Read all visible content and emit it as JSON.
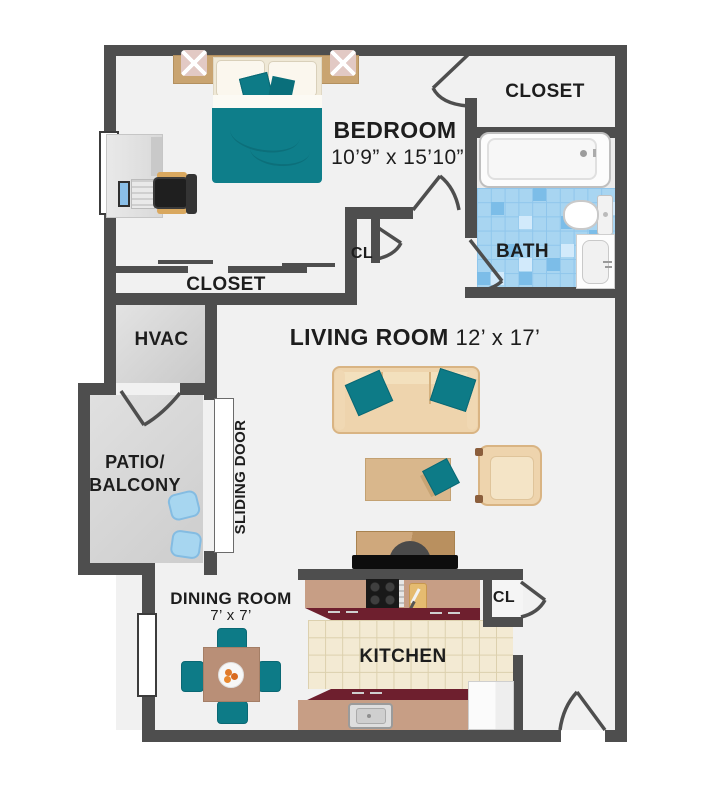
{
  "plan": {
    "bedroom": {
      "name": "BEDROOM",
      "dims": "10’9” x 15’10”"
    },
    "closet_top_right": {
      "name": "CLOSET"
    },
    "bath": {
      "name": "BATH"
    },
    "hall_closet": {
      "name": "CL"
    },
    "bedroom_closet": {
      "name": "CLOSET"
    },
    "hvac": {
      "name": "HVAC"
    },
    "living_room": {
      "name": "LIVING ROOM",
      "dims": "12’ x 17’"
    },
    "patio": {
      "name_line1": "PATIO/",
      "name_line2": "BALCONY"
    },
    "sliding_door": {
      "name": "SLIDING DOOR"
    },
    "dining_room": {
      "name": "DINING ROOM",
      "dims": "7’ x 7’"
    },
    "kitchen": {
      "name": "KITCHEN"
    },
    "kitchen_closet": {
      "name": "CL"
    }
  },
  "colors": {
    "wall": "#4e4e4e",
    "floor": "#f1f1f1",
    "outdoor_floor": "#d9d9d9",
    "accent_teal": "#0d7b87",
    "furniture_tan": "#eed4ad",
    "cabinet_maroon": "#6e1f2e",
    "bath_tile_blue": "#a8d5f1",
    "kitchen_tile_cream": "#f3ead3"
  }
}
